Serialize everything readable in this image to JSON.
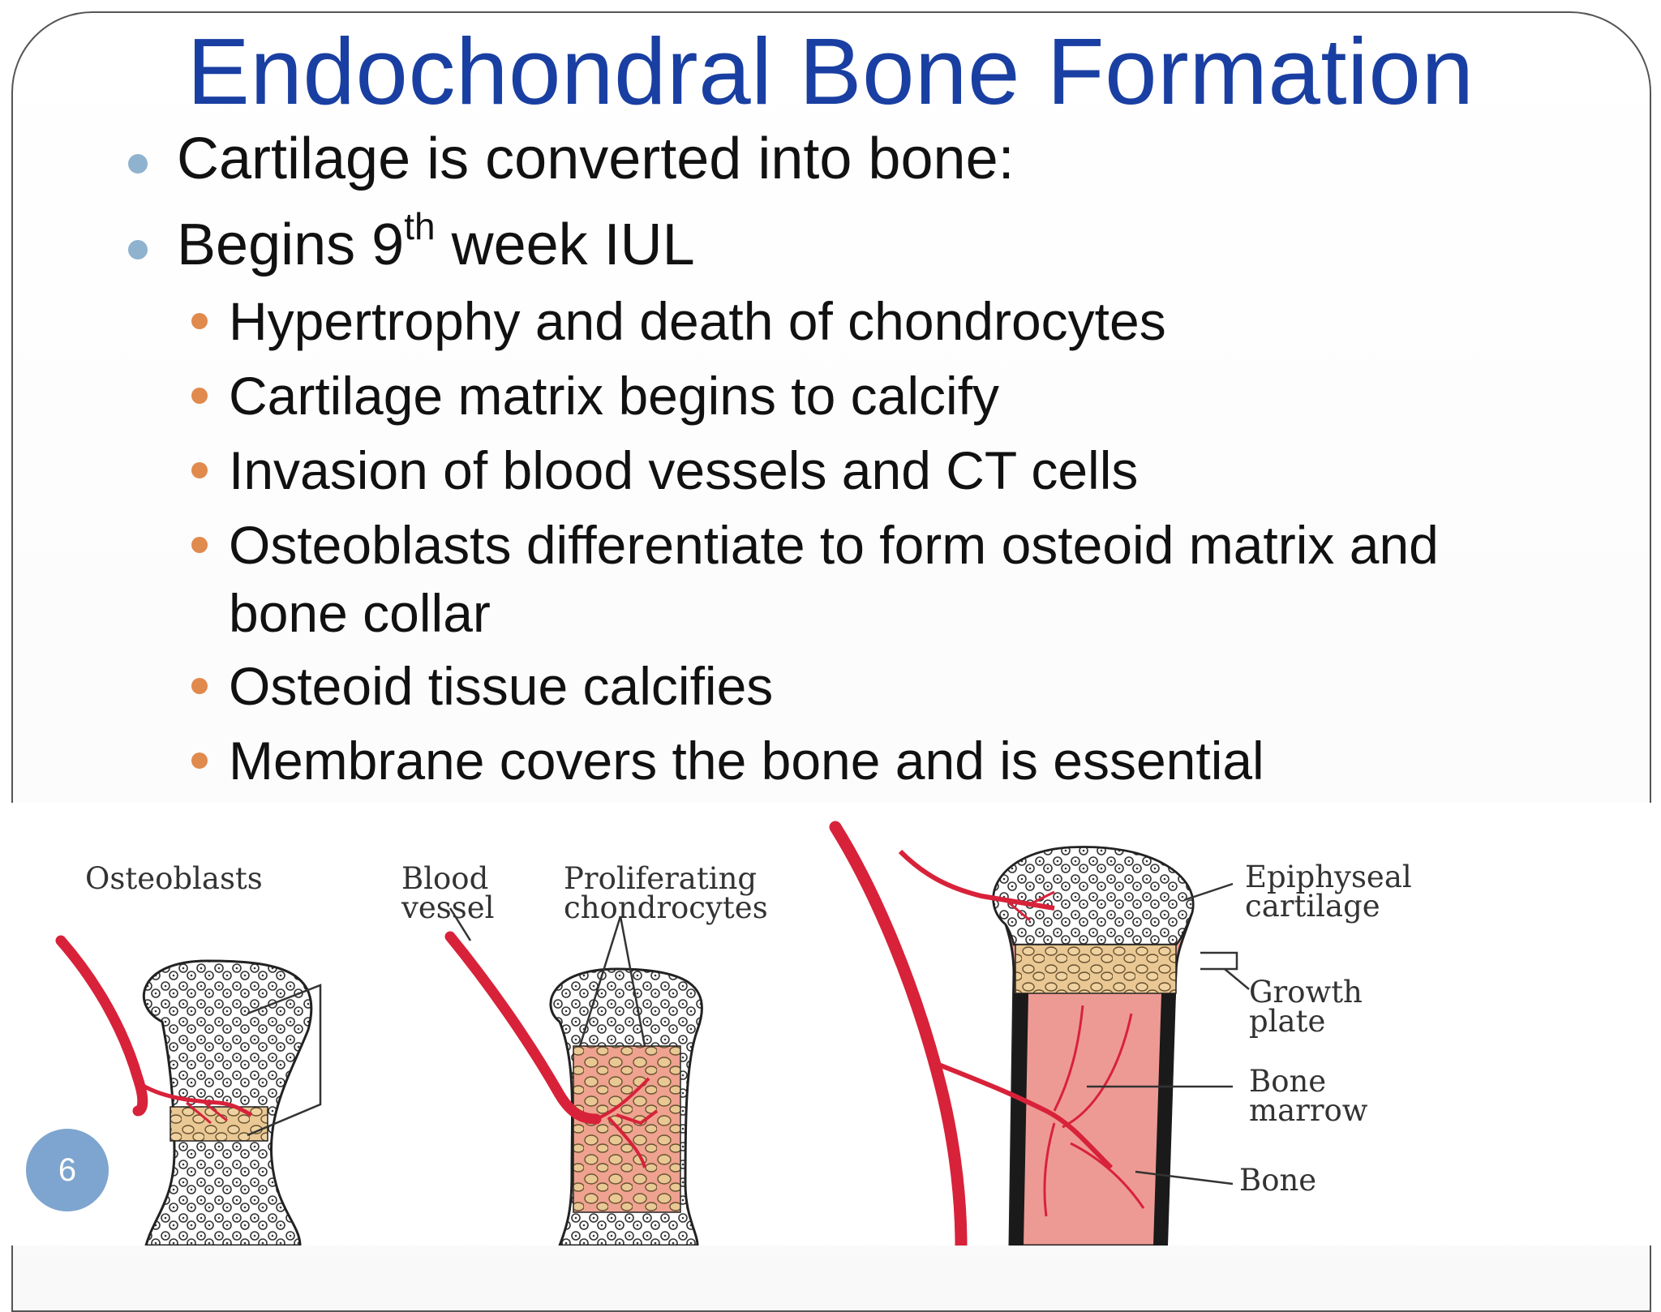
{
  "slide": {
    "title": "Endochondral Bone Formation",
    "page_number": "6"
  },
  "bullets": [
    {
      "text": "Cartilage is converted into bone:"
    },
    {
      "pre": "Begins 9",
      "sup": "th",
      "post": " week IUL"
    }
  ],
  "sub_bullets": [
    "Hypertrophy and death of chondrocytes",
    "Cartilage matrix begins to calcify",
    "Invasion of blood vessels and CT cells",
    "Osteoblasts differentiate to form osteoid matrix and bone collar",
    "Osteoid tissue calcifies",
    "Membrane  covers the bone and is essential"
  ],
  "diagram": {
    "labels": {
      "osteoblasts": "Osteoblasts",
      "blood_vessel_1": "Blood",
      "blood_vessel_2": "vessel",
      "proliferating_1": "Proliferating",
      "proliferating_2": "chondrocytes",
      "epiphyseal_1": "Epiphyseal",
      "epiphyseal_2": "cartilage",
      "growth_1": "Growth",
      "growth_2": "plate",
      "marrow_1": "Bone",
      "marrow_2": "marrow",
      "bone": "Bone"
    },
    "colors": {
      "vessel": "#d8223a",
      "marrow": "#ee9a94",
      "chondrocyte": "#e9c894",
      "bone_wall": "#1a1a1a"
    }
  }
}
